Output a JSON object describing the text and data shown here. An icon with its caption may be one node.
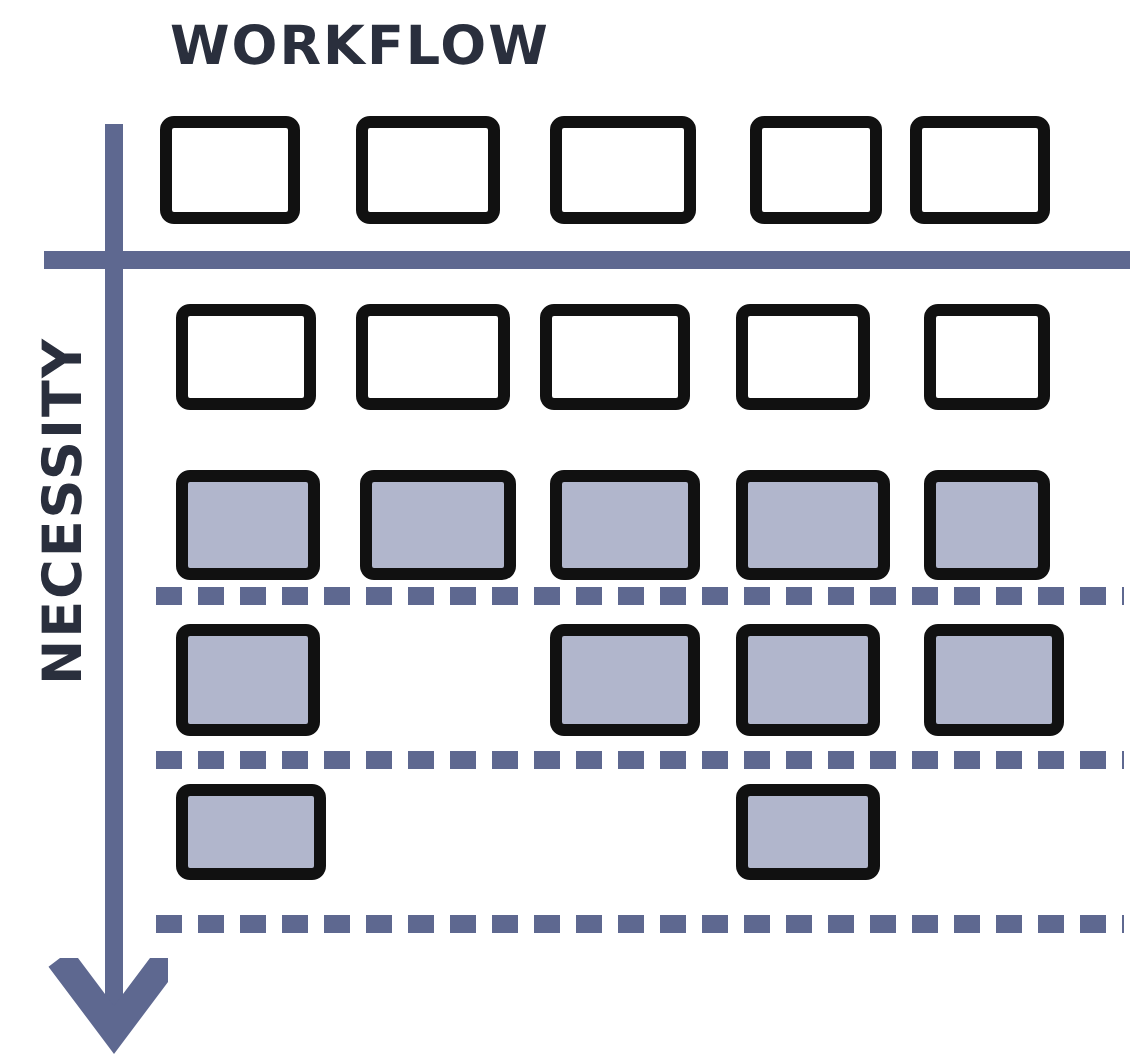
{
  "diagram": {
    "nodes": [
      {
        "text": [],
        "shape": "box"
      },
      {
        "text": [],
        "shape": "box"
      },
      {
        "text": [],
        "shape": "box"
      },
      {
        "text": [],
        "shape": "box"
      },
      {
        "text": [],
        "shape": "box"
      },
      {
        "text": [],
        "shape": "box"
      },
      {
        "text": [],
        "shape": "box"
      },
      {
        "text": [],
        "shape": "box"
      },
      {
        "text": [],
        "shape": "box"
      },
      {
        "text": [],
        "shape": "box"
      },
      {
        "text": [],
        "shape": "box"
      },
      {
        "text": [],
        "shape": "box"
      },
      {
        "text": [],
        "shape": "box"
      },
      {
        "text": [],
        "shape": "box"
      },
      {
        "text": [],
        "shape": "box"
      },
      {
        "text": [],
        "shape": "box"
      },
      {
        "text": [],
        "shape": "box"
      },
      {
        "text": [],
        "shape": "box"
      },
      {
        "text": [],
        "shape": "box"
      },
      {
        "text": [],
        "shape": "box"
      },
      {
        "text": [],
        "shape": "box"
      }
    ],
    "labels": [
      "WORKFLOW",
      "NECESSITY"
    ]
  }
}
